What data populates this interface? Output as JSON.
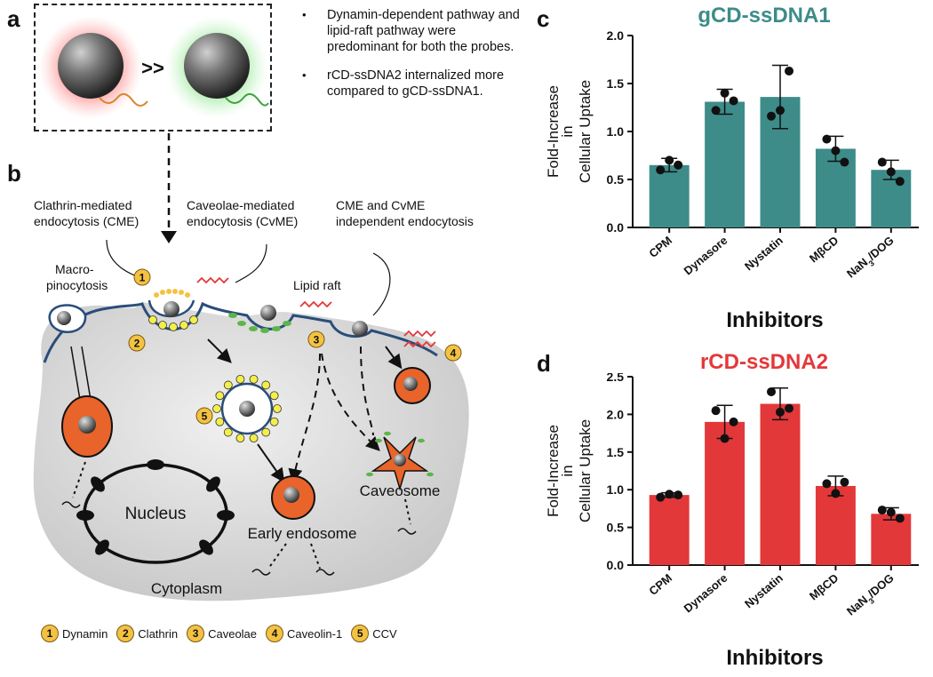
{
  "panel_labels": {
    "a": "a",
    "b": "b",
    "c": "c",
    "d": "d"
  },
  "panel_a": {
    "comparison_symbol": ">>",
    "bullets": [
      "Dynamin-dependent pathway and lipid-raft pathway were predominant for both the probes.",
      "rCD-ssDNA2 internalized more compared to gCD-ssDNA1."
    ]
  },
  "diagram": {
    "cme_label_1": "Clathrin-mediated",
    "cme_label_2": "endocytosis (CME)",
    "cvme_label_1": "Caveolae-mediated",
    "cvme_label_2": "endocytosis (CvME)",
    "indep_label_1": "CME and CvME",
    "indep_label_2": "independent endocytosis",
    "macro_label_1": "Macro-",
    "macro_label_2": "pinocytosis",
    "lipid_raft": "Lipid raft",
    "nucleus": "Nucleus",
    "early_endosome": "Early endosome",
    "caveosome": "Caveosome",
    "cytoplasm": "Cytoplasm",
    "markers": {
      "m1": "1",
      "m2": "2",
      "m3": "3",
      "m4": "4",
      "m5": "5"
    },
    "legend": [
      {
        "num": "1",
        "label": "Dynamin"
      },
      {
        "num": "2",
        "label": "Clathrin"
      },
      {
        "num": "3",
        "label": "Caveolae"
      },
      {
        "num": "4",
        "label": "Caveolin-1"
      },
      {
        "num": "5",
        "label": "CCV"
      }
    ]
  },
  "colors": {
    "teal": "#3d8c89",
    "red": "#e3383a",
    "cell": "#dcdcdc",
    "membrane": "#2a4d7a",
    "orange": "#e8642a",
    "yellow": "#f4c243",
    "green": "#5cb54a"
  },
  "chart_data": [
    {
      "type": "bar",
      "title": "gCD-ssDNA1",
      "ylabel": "Fold-Increase in Cellular Uptake",
      "xlabel": "Inhibitors",
      "categories": [
        "CPM",
        "Dynasore",
        "Nystatin",
        "MβCD",
        "NaN3/DOG"
      ],
      "values": [
        0.65,
        1.31,
        1.36,
        0.82,
        0.6
      ],
      "errors": [
        0.07,
        0.13,
        0.33,
        0.13,
        0.1
      ],
      "points": [
        [
          0.6,
          0.65,
          0.7
        ],
        [
          1.22,
          1.32,
          1.4
        ],
        [
          1.16,
          1.63,
          1.22
        ],
        [
          0.92,
          0.68,
          0.8
        ],
        [
          0.68,
          0.48,
          0.58
        ]
      ],
      "ylim": [
        0,
        2.0
      ],
      "yticks": [
        "0.0",
        "0.5",
        "1.0",
        "1.5",
        "2.0"
      ]
    },
    {
      "type": "bar",
      "title": "rCD-ssDNA2",
      "ylabel": "Fold-Increase in Cellular Uptake",
      "xlabel": "Inhibitors",
      "categories": [
        "CPM",
        "Dynasore",
        "Nystatin",
        "MβCD",
        "NaN3/DOG"
      ],
      "values": [
        0.93,
        1.9,
        2.14,
        1.05,
        0.68
      ],
      "errors": [
        0.03,
        0.22,
        0.21,
        0.13,
        0.08
      ],
      "points": [
        [
          0.9,
          0.93,
          0.94
        ],
        [
          2.05,
          1.9,
          1.68
        ],
        [
          2.3,
          2.08,
          2.03
        ],
        [
          1.08,
          1.1,
          0.95
        ],
        [
          0.73,
          0.62,
          0.7
        ]
      ],
      "ylim": [
        0,
        2.5
      ],
      "yticks": [
        "0.0",
        "0.5",
        "1.0",
        "1.5",
        "2.0",
        "2.5"
      ]
    }
  ]
}
